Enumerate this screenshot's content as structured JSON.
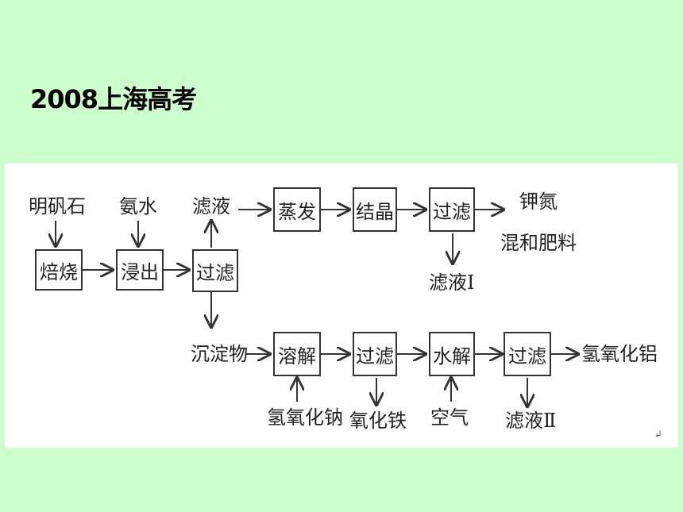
{
  "title": "2008上海高考",
  "flow": {
    "inputs": {
      "alum": "明矾石",
      "ammonia": "氨水",
      "naoh": "氢氧化钠",
      "air": "空气"
    },
    "steps": {
      "roast": "焙烧",
      "leach": "浸出",
      "filter1": "过滤",
      "evaporate": "蒸发",
      "crystallize": "结晶",
      "filter2": "过滤",
      "dissolve": "溶解",
      "filter3": "过滤",
      "hydrolyze": "水解",
      "filter4": "过滤"
    },
    "intermediates": {
      "filtrate": "滤液",
      "precipitate": "沉淀物",
      "filtrate_i": "滤液Ⅰ",
      "iron_oxide": "氧化铁",
      "filtrate_ii": "滤液Ⅱ"
    },
    "products": {
      "fertilizer_line1": "钾氮",
      "fertilizer_line2": "混和肥料",
      "aluminum_hydroxide": "氢氧化铝"
    },
    "return_mark": "↲"
  }
}
